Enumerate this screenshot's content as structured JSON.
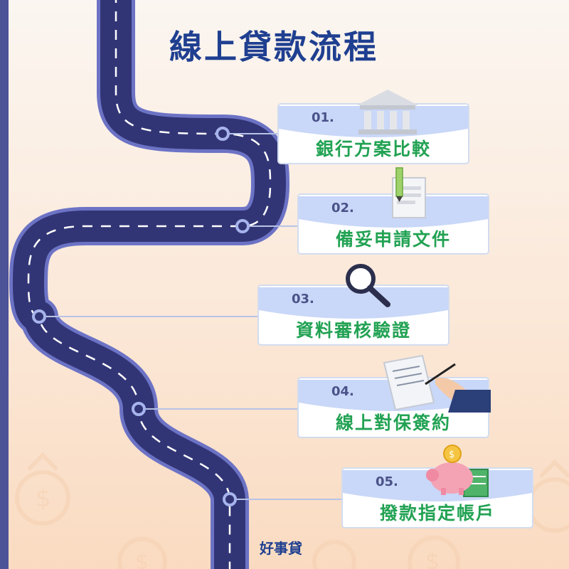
{
  "title": "線上貸款流程",
  "steps": [
    {
      "number": "01.",
      "label": "銀行方案比較",
      "icon": "bank-icon"
    },
    {
      "number": "02.",
      "label": "備妥申請文件",
      "icon": "document-pen-icon"
    },
    {
      "number": "03.",
      "label": "資料審核驗證",
      "icon": "magnifier-icon"
    },
    {
      "number": "04.",
      "label": "線上對保簽約",
      "icon": "signing-contract-icon"
    },
    {
      "number": "05.",
      "label": "撥款指定帳戶",
      "icon": "piggy-bank-icon"
    }
  ],
  "brand": "好事貸",
  "colors": {
    "road": "#323575",
    "road_edge": "#6c73c5",
    "title": "#1f3f90",
    "label": "#22a253",
    "card_top": "#c9d7f8"
  }
}
